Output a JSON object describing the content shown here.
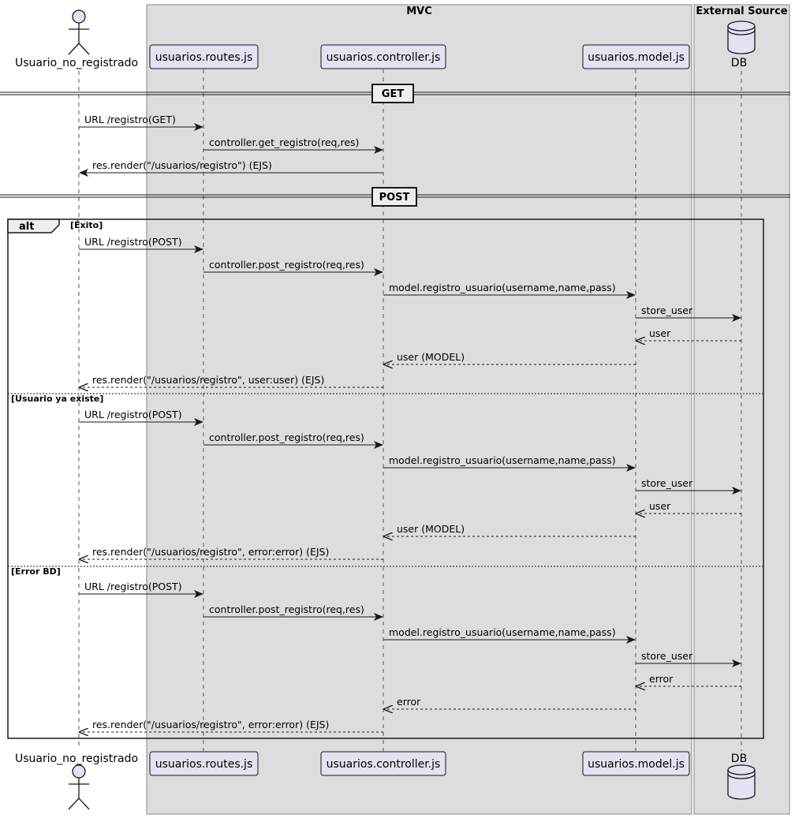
{
  "boxes": [
    {
      "id": "mvc",
      "title": "MVC"
    },
    {
      "id": "external",
      "title": "External Source"
    }
  ],
  "participants": [
    {
      "id": "user",
      "label": "Usuario_no_registrado",
      "kind": "actor"
    },
    {
      "id": "routes",
      "label": "usuarios.routes.js",
      "kind": "participant"
    },
    {
      "id": "controller",
      "label": "usuarios.controller.js",
      "kind": "participant"
    },
    {
      "id": "model",
      "label": "usuarios.model.js",
      "kind": "participant"
    },
    {
      "id": "db",
      "label": "DB",
      "kind": "database"
    }
  ],
  "dividers": [
    {
      "id": "get",
      "label": "GET"
    },
    {
      "id": "post",
      "label": "POST"
    }
  ],
  "get_messages": [
    {
      "from": "user",
      "to": "routes",
      "label": "URL /registro(GET)",
      "style": "solid"
    },
    {
      "from": "routes",
      "to": "controller",
      "label": "controller.get_registro(req,res)",
      "style": "solid"
    },
    {
      "from": "controller",
      "to": "user",
      "label": "res.render(\"/usuarios/registro\") (EJS)",
      "style": "solid"
    }
  ],
  "alt_fragment": {
    "keyword": "alt",
    "sections": [
      {
        "guard": "[Éxito]",
        "messages": [
          {
            "from": "user",
            "to": "routes",
            "label": "URL /registro(POST)",
            "style": "solid"
          },
          {
            "from": "routes",
            "to": "controller",
            "label": "controller.post_registro(req,res)",
            "style": "solid"
          },
          {
            "from": "controller",
            "to": "model",
            "label": "model.registro_usuario(username,name,pass)",
            "style": "solid"
          },
          {
            "from": "model",
            "to": "db",
            "label": "store_user",
            "style": "solid"
          },
          {
            "from": "db",
            "to": "model",
            "label": "user",
            "style": "dashed"
          },
          {
            "from": "model",
            "to": "controller",
            "label": "user (MODEL)",
            "style": "dashed"
          },
          {
            "from": "controller",
            "to": "user",
            "label": "res.render(\"/usuarios/registro\", user:user) (EJS)",
            "style": "dashed"
          }
        ]
      },
      {
        "guard": "[Usuario ya existe]",
        "messages": [
          {
            "from": "user",
            "to": "routes",
            "label": "URL /registro(POST)",
            "style": "solid"
          },
          {
            "from": "routes",
            "to": "controller",
            "label": "controller.post_registro(req,res)",
            "style": "solid"
          },
          {
            "from": "controller",
            "to": "model",
            "label": "model.registro_usuario(username,name,pass)",
            "style": "solid"
          },
          {
            "from": "model",
            "to": "db",
            "label": "store_user",
            "style": "solid"
          },
          {
            "from": "db",
            "to": "model",
            "label": "user",
            "style": "dashed"
          },
          {
            "from": "model",
            "to": "controller",
            "label": "user (MODEL)",
            "style": "dashed"
          },
          {
            "from": "controller",
            "to": "user",
            "label": "res.render(\"/usuarios/registro\", error:error) (EJS)",
            "style": "dashed"
          }
        ]
      },
      {
        "guard": "[Error BD]",
        "messages": [
          {
            "from": "user",
            "to": "routes",
            "label": "URL /registro(POST)",
            "style": "solid"
          },
          {
            "from": "routes",
            "to": "controller",
            "label": "controller.post_registro(req,res)",
            "style": "solid"
          },
          {
            "from": "controller",
            "to": "model",
            "label": "model.registro_usuario(username,name,pass)",
            "style": "solid"
          },
          {
            "from": "model",
            "to": "db",
            "label": "store_user",
            "style": "solid"
          },
          {
            "from": "db",
            "to": "model",
            "label": "error",
            "style": "dashed"
          },
          {
            "from": "model",
            "to": "controller",
            "label": "error",
            "style": "dashed"
          },
          {
            "from": "controller",
            "to": "user",
            "label": "res.render(\"/usuarios/registro\", error:error) (EJS)",
            "style": "dashed"
          }
        ]
      }
    ]
  },
  "colors": {
    "box_fill": "#dddddd",
    "box_stroke": "#888888",
    "participant_fill": "#e2e2f0",
    "participant_stroke": "#181818",
    "lifeline": "#555555",
    "line": "#181818"
  }
}
